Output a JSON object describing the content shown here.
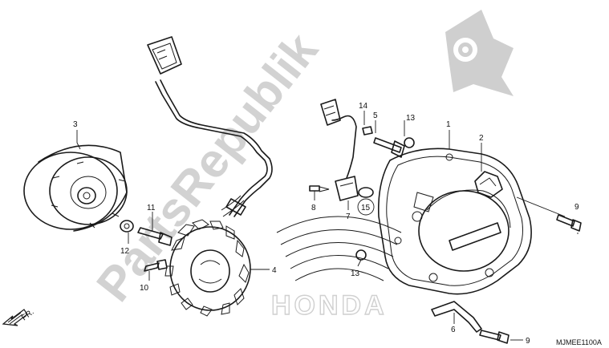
{
  "watermark": {
    "text": "PartsRepublik",
    "logo_icon": "gear-on-flag-icon"
  },
  "brand_logo": {
    "text": "HONDA",
    "icon": "honda-wing-icon"
  },
  "direction_label": "FR.",
  "diagram_code": "MJMEE1100A",
  "callouts": {
    "c1": "1",
    "c2": "2",
    "c3": "3",
    "c4": "4",
    "c5": "5",
    "c6": "6",
    "c7": "7",
    "c8": "8",
    "c9a": "9",
    "c9b": "9",
    "c10": "10",
    "c11": "11",
    "c12": "12",
    "c13a": "13",
    "c13b": "13",
    "c14": "14",
    "c15": "15"
  },
  "colors": {
    "line": "#1a1a1a",
    "watermark": "#cfcfcf",
    "background": "#ffffff"
  }
}
